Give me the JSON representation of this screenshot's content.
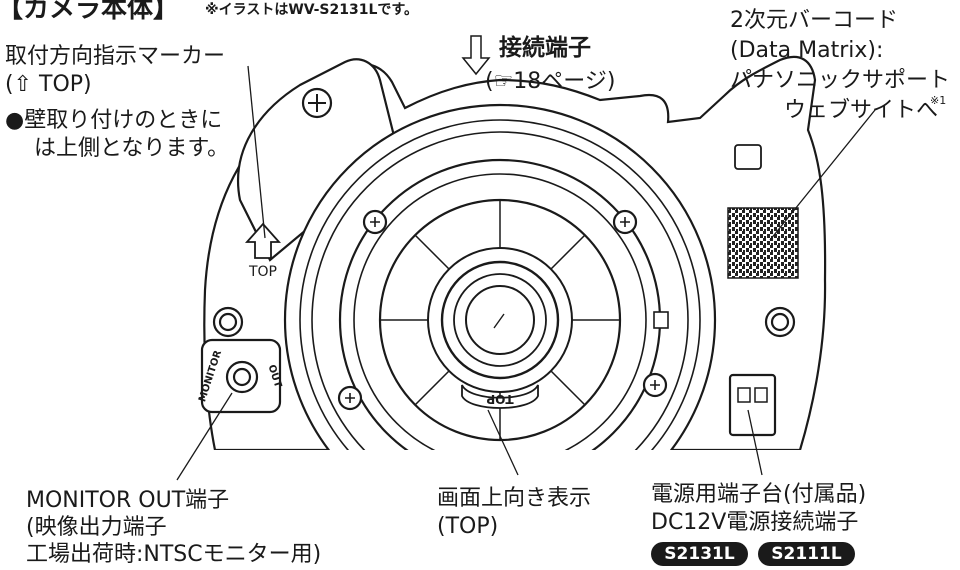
{
  "header": {
    "title": "【カメラ本体】",
    "note": "※イラストはWV-S2131Lです。"
  },
  "callouts": {
    "marker": {
      "title": "取付方向指示マーカー",
      "sub": "(⇧ TOP)",
      "note_line1": "●壁取り付けのときに",
      "note_line2": "は上側となります。"
    },
    "connector": {
      "title": "接続端子",
      "ref": "(☞18ページ)"
    },
    "barcode": {
      "line1": "2次元バーコード",
      "line2": "(Data Matrix):",
      "line3": "パナソニックサポート",
      "line4": "ウェブサイトへ",
      "footnote": "※1"
    },
    "monitor": {
      "line1": "MONITOR OUT端子",
      "line2": "(映像出力端子",
      "line3": "工場出荷時:NTSCモニター用)"
    },
    "top_display": {
      "line1": "画面上向き表示",
      "line2": "(TOP)"
    },
    "power": {
      "line1": "電源用端子台(付属品)",
      "line2": "DC12V電源接続端子"
    }
  },
  "badges": [
    "S2131L",
    "S2111L"
  ],
  "illustration": {
    "marker_label": "TOP",
    "lens_top_label": "TOP",
    "monitor_label": "MONITOR",
    "out_label": "OUT"
  }
}
